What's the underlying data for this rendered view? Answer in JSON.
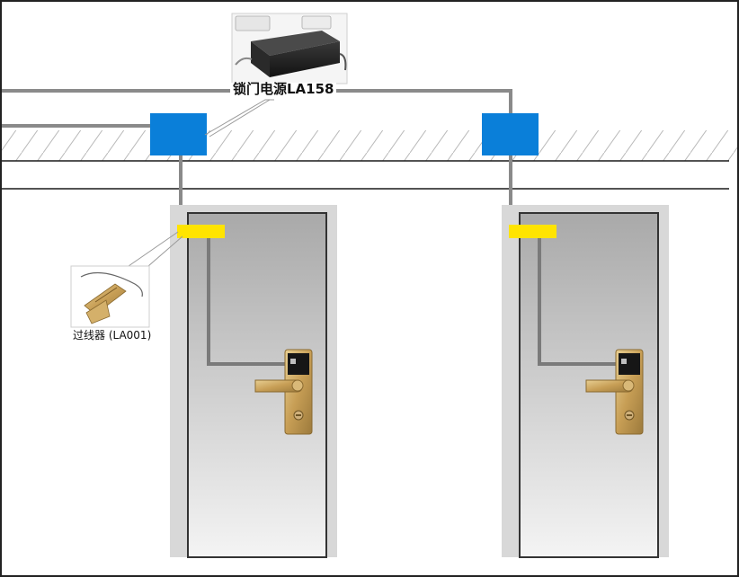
{
  "labels": {
    "power_supply": "锁门电源LA158",
    "door_loop": "过线器 (LA001)"
  },
  "colors": {
    "junction_box": "#0a7fd9",
    "door_loop": "#ffe400",
    "cable": "#8a8a8a",
    "door_frame": "#d8d8d8",
    "lock_brass": "#c9a460"
  },
  "icons": {
    "power_supply_photo": "power-adapter",
    "door_loop_photo": "brass-cable-loop",
    "lock": "rfid-hotel-lock"
  }
}
